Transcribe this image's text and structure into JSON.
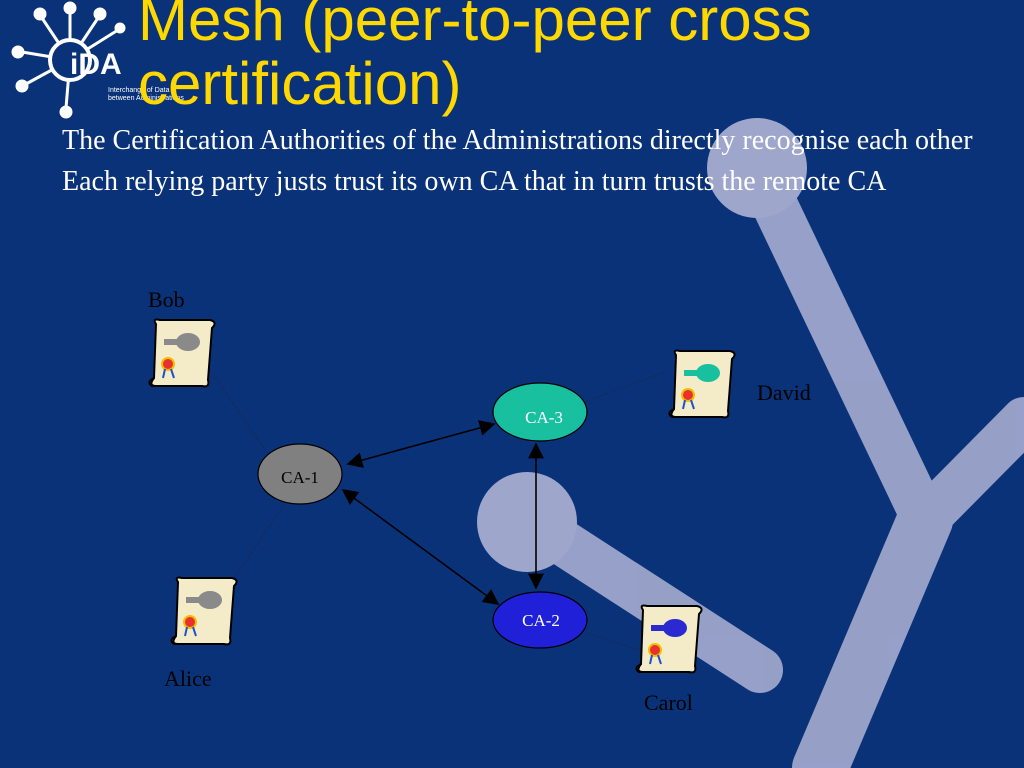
{
  "slide": {
    "title_line1": "Mesh (peer-to-peer cross",
    "title_line2": "certification)",
    "bullets": [
      "The Certification Authorities of the Administrations directly recognise each other",
      "Each relying party justs trust its own CA that in turn trusts the remote CA"
    ],
    "logo": {
      "text": "iDA",
      "icon": "network-node-logo-icon"
    }
  },
  "diagram": {
    "nodes": [
      {
        "id": "ca1",
        "label": "CA-1",
        "color": "#808080"
      },
      {
        "id": "ca2",
        "label": "CA-2",
        "color": "#2020d8"
      },
      {
        "id": "ca3",
        "label": "CA-3",
        "color": "#18c0a0"
      }
    ],
    "parties": [
      {
        "name": "Bob",
        "ca": "ca1",
        "seal_color": "#8a8a8a"
      },
      {
        "name": "Alice",
        "ca": "ca1",
        "seal_color": "#8a8a8a"
      },
      {
        "name": "David",
        "ca": "ca3",
        "seal_color": "#18c0a0"
      },
      {
        "name": "Carol",
        "ca": "ca2",
        "seal_color": "#2a2ad0"
      }
    ],
    "edges": [
      {
        "from": "ca1",
        "to": "ca3",
        "type": "bidirectional"
      },
      {
        "from": "ca1",
        "to": "ca2",
        "type": "bidirectional"
      },
      {
        "from": "ca3",
        "to": "ca2",
        "type": "bidirectional"
      },
      {
        "from": "Bob",
        "to": "ca1",
        "type": "dotted"
      },
      {
        "from": "Alice",
        "to": "ca1",
        "type": "dotted"
      },
      {
        "from": "David",
        "to": "ca3",
        "type": "dotted"
      },
      {
        "from": "Carol",
        "to": "ca2",
        "type": "dotted"
      }
    ],
    "colors": {
      "background": "#0a3278",
      "title": "#ffd800",
      "decor": "#9ea6cc"
    }
  }
}
